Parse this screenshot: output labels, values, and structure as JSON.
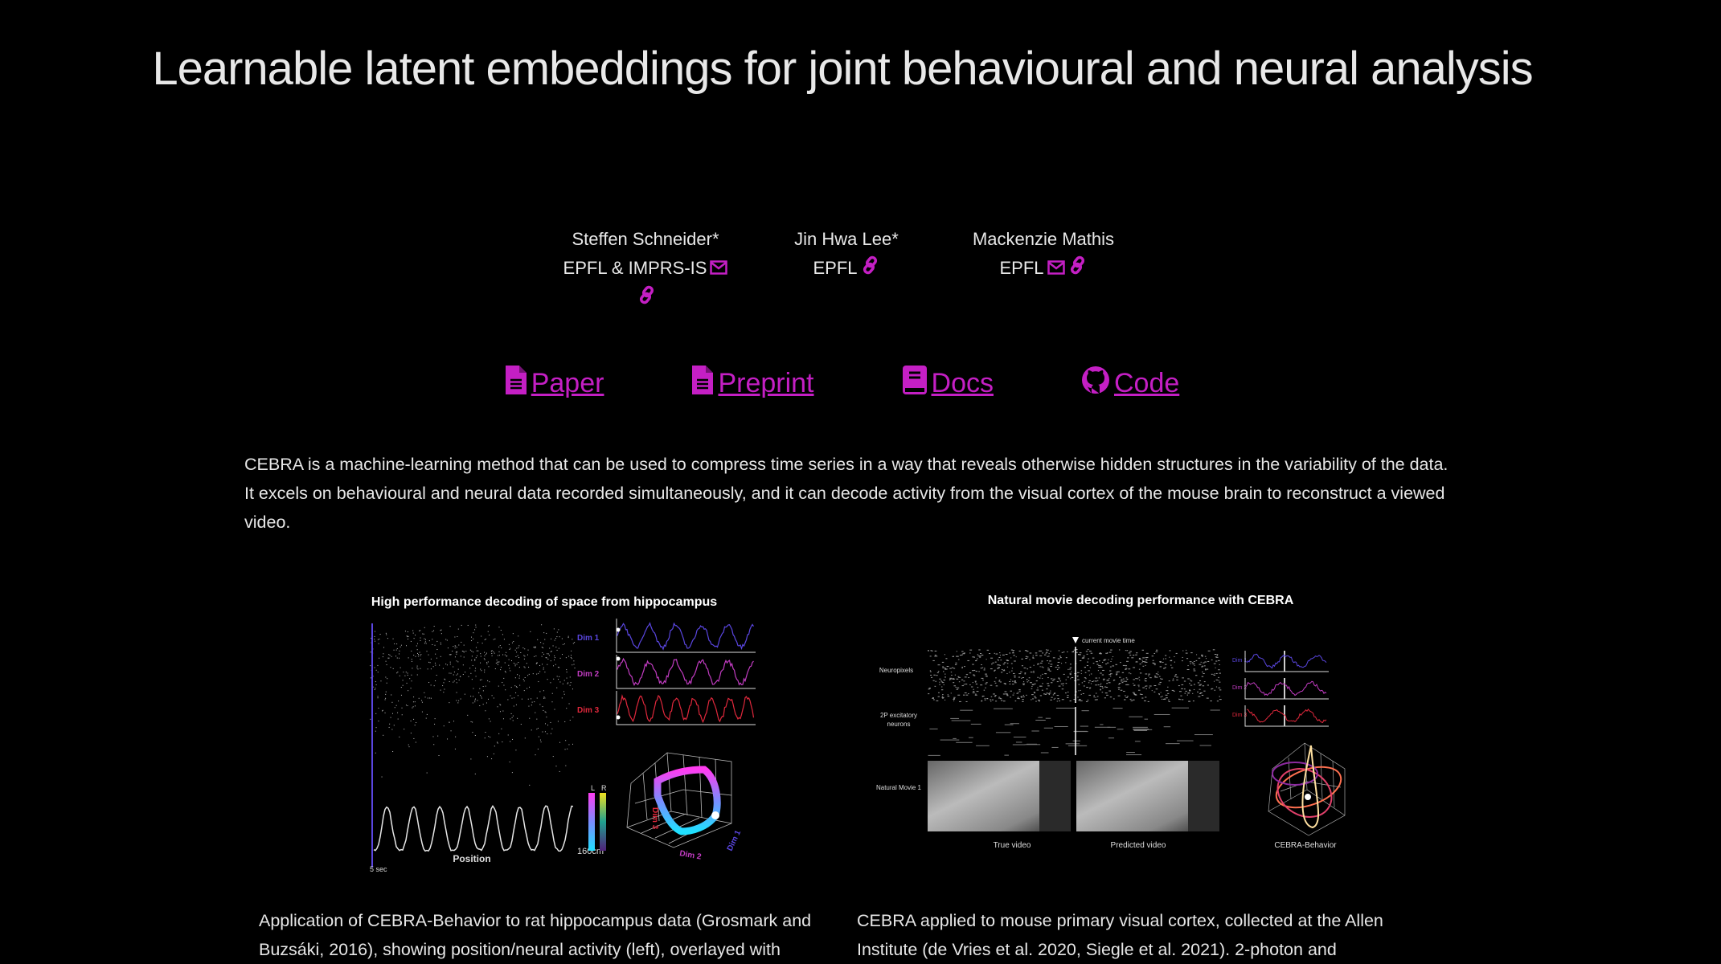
{
  "title": "Learnable latent embeddings for joint behavioural and neural analysis",
  "authors": [
    {
      "name": "Steffen Schneider*",
      "affiliation": "EPFL & IMPRS-IS",
      "icons": [
        "envelope-icon",
        "link-icon"
      ]
    },
    {
      "name": "Jin Hwa Lee*",
      "affiliation": "EPFL",
      "icons": [
        "link-icon"
      ]
    },
    {
      "name": "Mackenzie Mathis",
      "affiliation": "EPFL",
      "icons": [
        "envelope-icon",
        "link-icon"
      ]
    }
  ],
  "links": [
    {
      "label": "Paper",
      "icon": "file-icon"
    },
    {
      "label": "Preprint",
      "icon": "file-icon"
    },
    {
      "label": "Docs",
      "icon": "book-icon"
    },
    {
      "label": "Code",
      "icon": "github-icon"
    }
  ],
  "intro": "CEBRA is a machine-learning method that can be used to compress time series in a way that reveals otherwise hidden structures in the variability of the data. It excels on behavioural and neural data recorded simultaneously, and it can decode activity from the visual cortex of the mouse brain to reconstruct a viewed video.",
  "figures": [
    {
      "title": "High performance decoding of space from hippocampus",
      "dims": [
        "Dim 1",
        "Dim 2",
        "Dim 3"
      ],
      "position_label": "Position",
      "scale_label": "5 sec",
      "length_label": "160cm",
      "colorbar_labels": [
        "L",
        "R"
      ],
      "axis_labels": [
        "Dim 1",
        "Dim 2",
        "Dim 3"
      ],
      "caption": "Application of CEBRA-Behavior to rat hippocampus data (Grosmark and Buzsáki, 2016), showing position/neural activity (left), overlayed with"
    },
    {
      "title": "Natural movie decoding performance with CEBRA",
      "marker_label": "current movie time",
      "row_labels": [
        "Neuropixels",
        "2P excitatory neurons",
        "Natural Movie 1"
      ],
      "dims": [
        "Dim 1",
        "Dim 2",
        "Dim 3"
      ],
      "bottom_labels": [
        "True video",
        "Predicted video",
        "CEBRA-Behavior"
      ],
      "caption": "CEBRA applied to mouse primary visual cortex, collected at the Allen Institute (de Vries et al. 2020, Siegle et al. 2021). 2-photon and"
    }
  ],
  "colors": {
    "accent": "#c41fc4",
    "dim1": "#5a46e0",
    "dim2": "#c23cc2",
    "dim3": "#e0283c",
    "text": "#e6e6e6"
  }
}
